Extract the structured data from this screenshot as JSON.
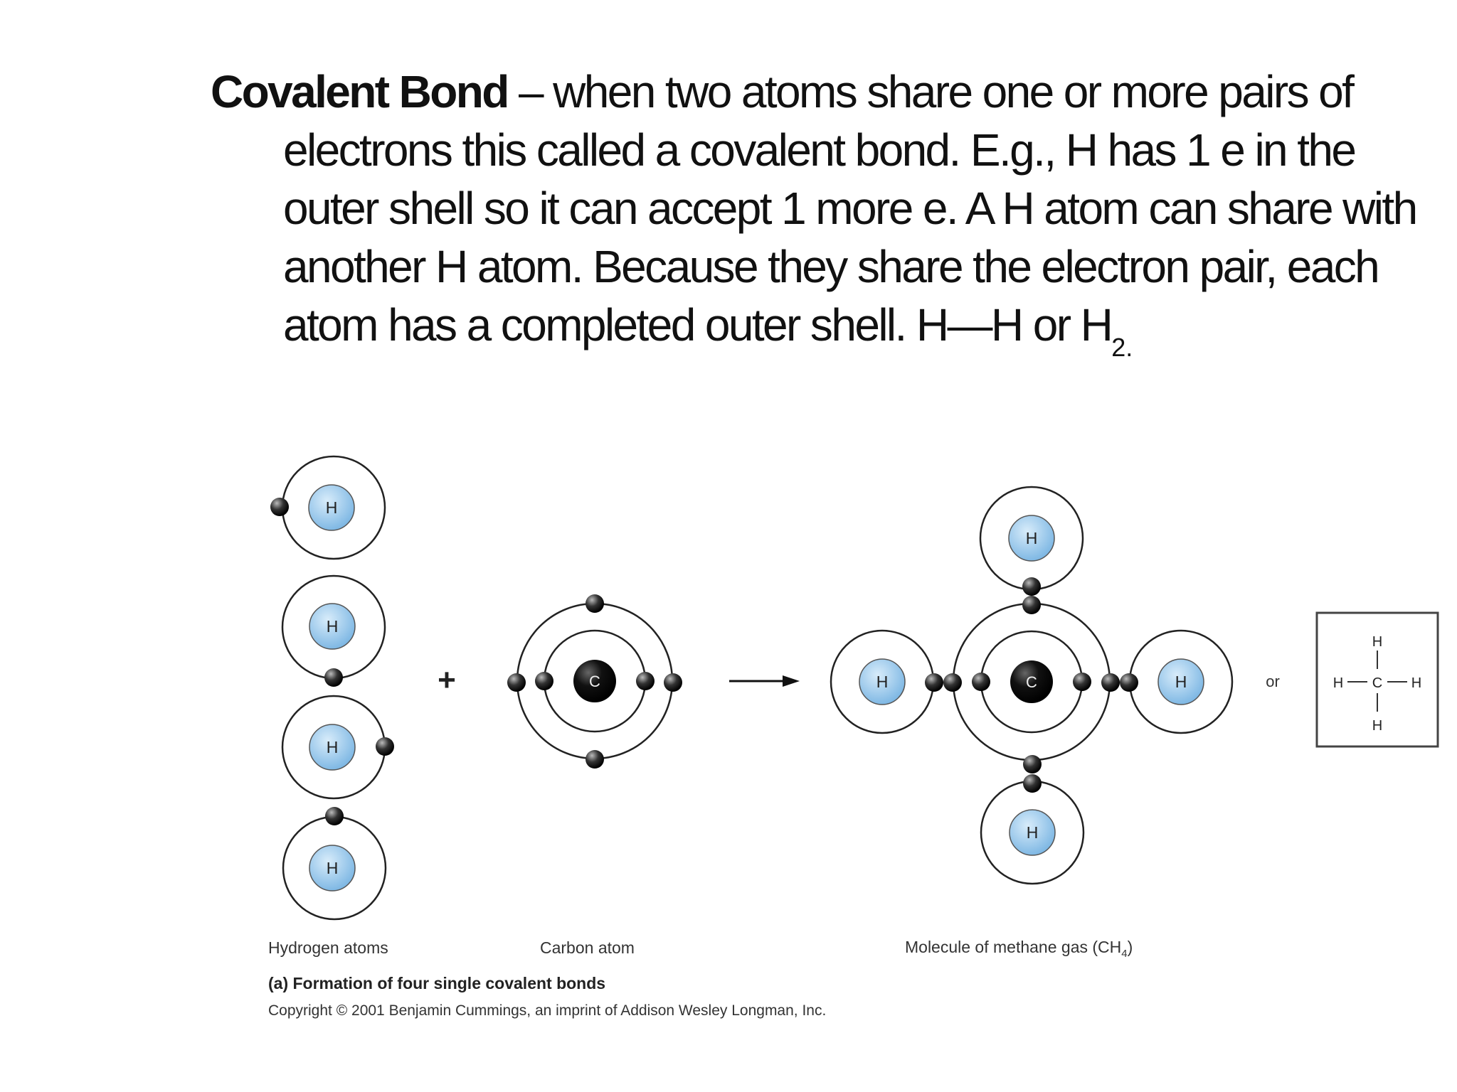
{
  "definition": {
    "term": "Covalent Bond",
    "line1_rest": " – when two atoms share one or more pairs of",
    "line2": "electrons this called a covalent bond.  E.g., H has 1 e in the",
    "line3": "outer shell so it can accept 1 more e.  A H atom can share with",
    "line4": "another H atom.  Because they share the electron pair, each",
    "line5": "atom has a completed outer shell.  H—H or H",
    "line5_subscript": "2."
  },
  "figure": {
    "hydrogen_symbol": "H",
    "carbon_symbol": "C",
    "plus_sign": "+",
    "or_label": "or",
    "caption_hydrogen": "Hydrogen atoms",
    "caption_carbon": "Carbon atom",
    "caption_methane": "Molecule of methane gas (CH",
    "caption_methane_subscript": "4",
    "caption_methane_close": ")",
    "caption_title": "(a) Formation of four single covalent bonds",
    "copyright": "Copyright © 2001 Benjamin Cummings, an imprint of Addison Wesley Longman, Inc.",
    "structural_formula": {
      "top": "H",
      "left": "H",
      "center": "C",
      "right": "H",
      "bottom": "H"
    }
  },
  "colors": {
    "hydrogen_nucleus": "#9ccbec",
    "carbon_nucleus": "#111111",
    "electron": "#333333",
    "shell": "#222222"
  }
}
